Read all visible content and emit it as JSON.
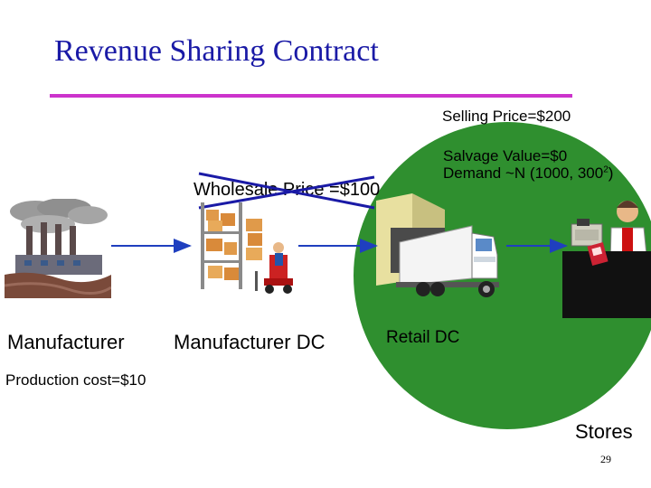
{
  "title": "Revenue Sharing Contract",
  "selling_price": "Selling Price=$200",
  "salvage_value": "Salvage Value=$0",
  "demand": {
    "text": "Demand ~N (1000, 300",
    "superscript": "2",
    "close": ")"
  },
  "wholesale_price": "Wholesale Price =$100",
  "nodes": {
    "manufacturer": "Manufacturer",
    "manufacturer_dc": "Manufacturer DC",
    "retail_dc": "Retail DC",
    "stores": "Stores"
  },
  "production_cost": "Production cost=$10",
  "page_number": "29",
  "colors": {
    "title": "#1a1aa6",
    "rule": "#cc33cc",
    "circle": "#2f8f2f",
    "arrows": "#1f3fbf",
    "strike": "#1a1aa6"
  },
  "icons": [
    "factory-icon",
    "warehouse-icon",
    "truck-icon",
    "cashier-icon"
  ]
}
